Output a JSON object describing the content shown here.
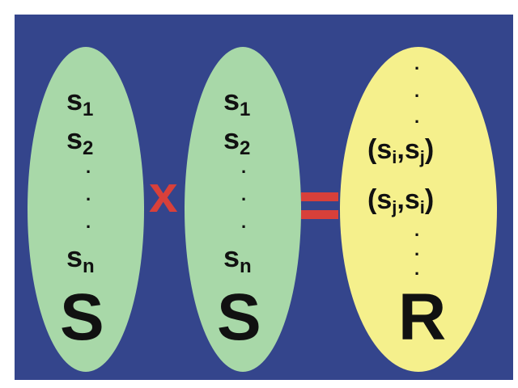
{
  "left_set": {
    "elements": [
      {
        "base": "s",
        "sub": "1"
      },
      {
        "base": "s",
        "sub": "2"
      },
      {
        "base": "s",
        "sub": "n"
      }
    ],
    "dots": ".",
    "label": "S"
  },
  "middle_set": {
    "elements": [
      {
        "base": "s",
        "sub": "1"
      },
      {
        "base": "s",
        "sub": "2"
      },
      {
        "base": "s",
        "sub": "n"
      }
    ],
    "dots": ".",
    "label": "S"
  },
  "result_set": {
    "pairs": [
      {
        "open": "(",
        "a": "s",
        "a_sub": "i",
        "comma": ",",
        "b": "s",
        "b_sub": "j",
        "close": ")"
      },
      {
        "open": "(",
        "a": "s",
        "a_sub": "j",
        "comma": ",",
        "b": "s",
        "b_sub": "i",
        "close": ")"
      }
    ],
    "dots": ".",
    "label": "R"
  },
  "operators": {
    "times": "x"
  },
  "colors": {
    "background": "#34458c",
    "set_fill": "#a8d8a8",
    "result_fill": "#f5f08c",
    "operator": "#d8403a",
    "text": "#111111"
  }
}
